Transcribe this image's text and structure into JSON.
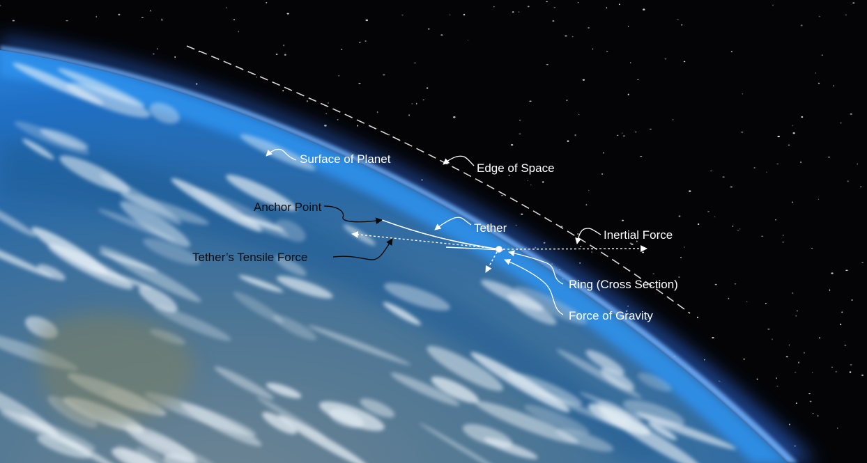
{
  "diagram": {
    "labels": {
      "surface_of_planet": "Surface of Planet",
      "edge_of_space": "Edge of Space",
      "anchor_point": "Anchor Point",
      "tether": "Tether",
      "inertial_force": "Inertial Force",
      "tethers_tensile_force": "Tether’s Tensile Force",
      "ring_cross_section": "Ring (Cross Section)",
      "force_of_gravity": "Force of Gravity"
    },
    "colors": {
      "space": "#040407",
      "atmosphere_glow": "#2b7fe0",
      "ocean": "#1c5f9c",
      "clouds": "#e8f0f6",
      "annotation_white": "#ffffff",
      "annotation_dark": "#0a0a0a"
    }
  }
}
